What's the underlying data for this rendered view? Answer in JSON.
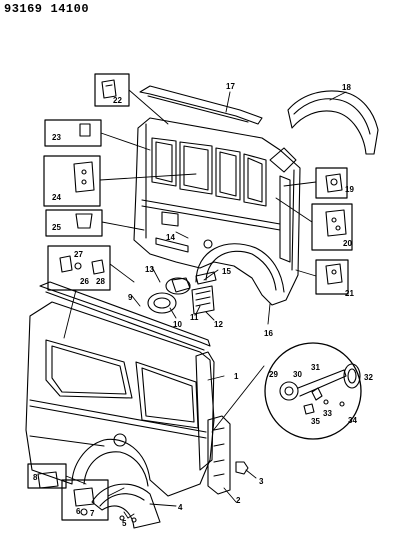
{
  "header": {
    "code_left": "93169",
    "code_right": "14100"
  },
  "callouts": {
    "c1": "1",
    "c2": "2",
    "c3": "3",
    "c4": "4",
    "c5": "5",
    "c6": "6",
    "c7": "7",
    "c8": "8",
    "c9": "9",
    "c10": "10",
    "c11": "11",
    "c12": "12",
    "c13": "13",
    "c14": "14",
    "c15": "15",
    "c16": "16",
    "c17": "17",
    "c18": "18",
    "c19": "19",
    "c20": "20",
    "c21": "21",
    "c22": "22",
    "c23": "23",
    "c24": "24",
    "c25": "25",
    "c26": "26",
    "c27": "27",
    "c28": "28",
    "c29": "29",
    "c30": "30",
    "c31": "31",
    "c32": "32",
    "c33": "33",
    "c34": "34",
    "c35": "35"
  }
}
